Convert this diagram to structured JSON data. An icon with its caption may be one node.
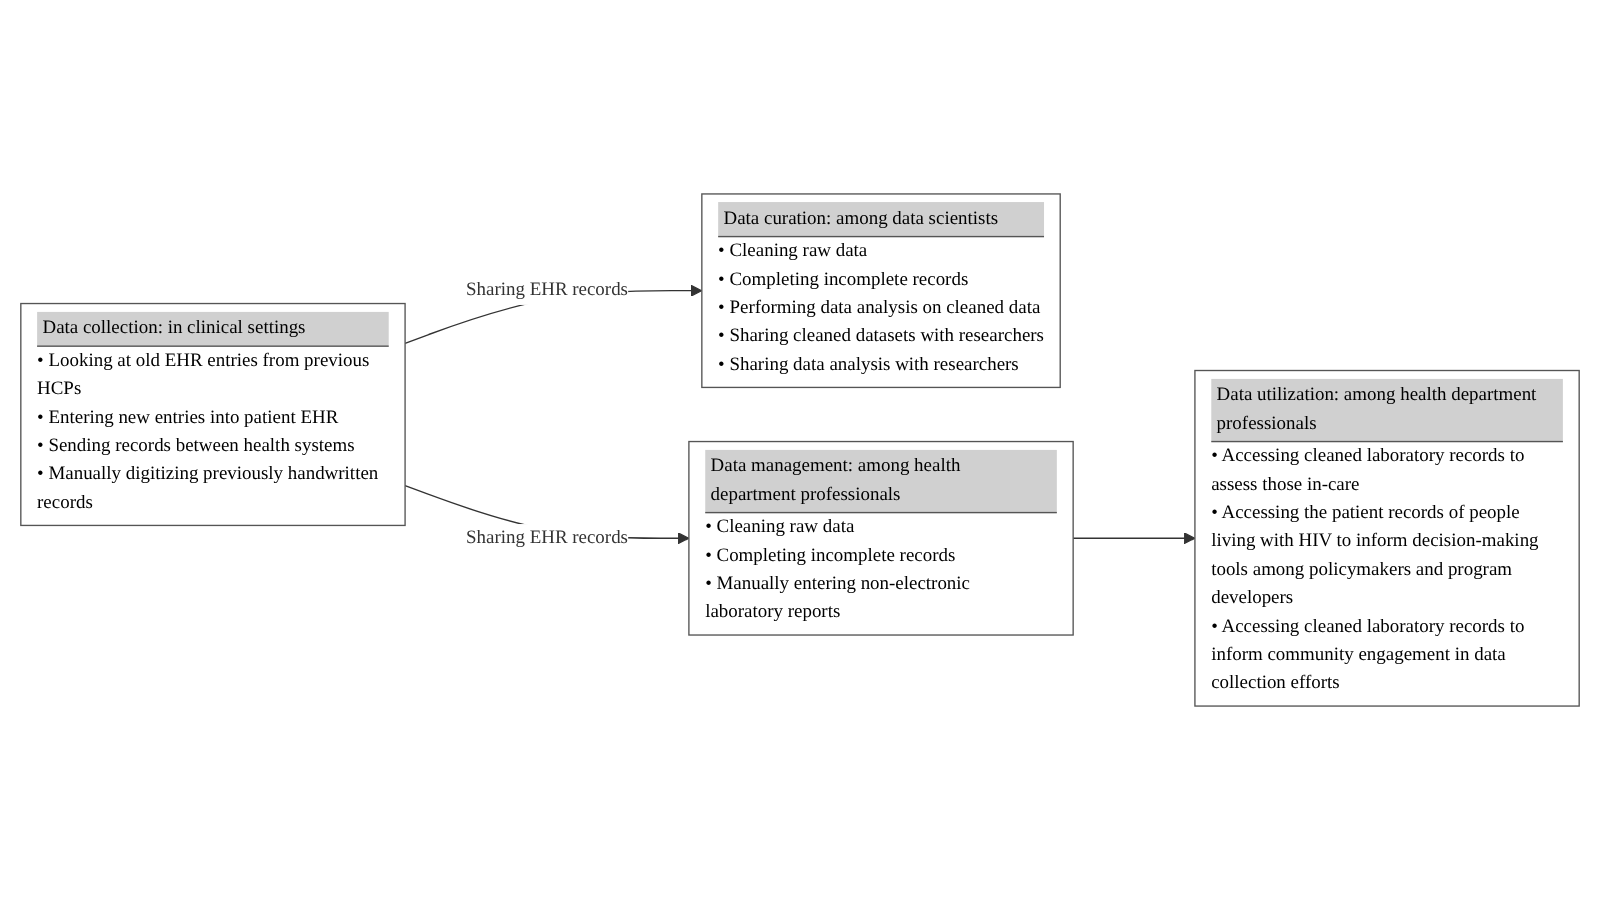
{
  "diagram": {
    "nodes": [
      {
        "text": [
          "Data collection: in clinical settings",
          "• Looking at old EHR entries from previous HCPs",
          "• Entering new entries into patient EHR",
          "• Sending records between health systems",
          "• Manually digitizing previously handwritten records"
        ]
      },
      {
        "text": [
          "Data curation: among data scientists",
          "• Cleaning raw data",
          "• Completing incomplete records",
          "• Performing data analysis on cleaned data",
          "• Sharing cleaned datasets with researchers",
          "• Sharing data analysis with researchers"
        ]
      },
      {
        "text": [
          "Data management: among health department professionals",
          "• Cleaning raw data",
          "• Completing incomplete records",
          "• Manually entering non-electronic laboratory reports"
        ]
      },
      {
        "text": [
          "Data utilization: among health department professionals",
          "• Accessing cleaned laboratory records to assess those in-care",
          "• Accessing the patient records of people living with HIV to inform decision-making tools among policymakers and program developers",
          "• Accessing cleaned laboratory records to inform community engagement in data collection efforts"
        ]
      }
    ],
    "edges": [
      {
        "from": 0,
        "to": 1,
        "arrow": "to",
        "label": "Sharing EHR records"
      },
      {
        "from": 0,
        "to": 2,
        "arrow": "to",
        "label": "Sharing EHR records"
      },
      {
        "from": 2,
        "to": 3,
        "arrow": "to"
      }
    ]
  }
}
